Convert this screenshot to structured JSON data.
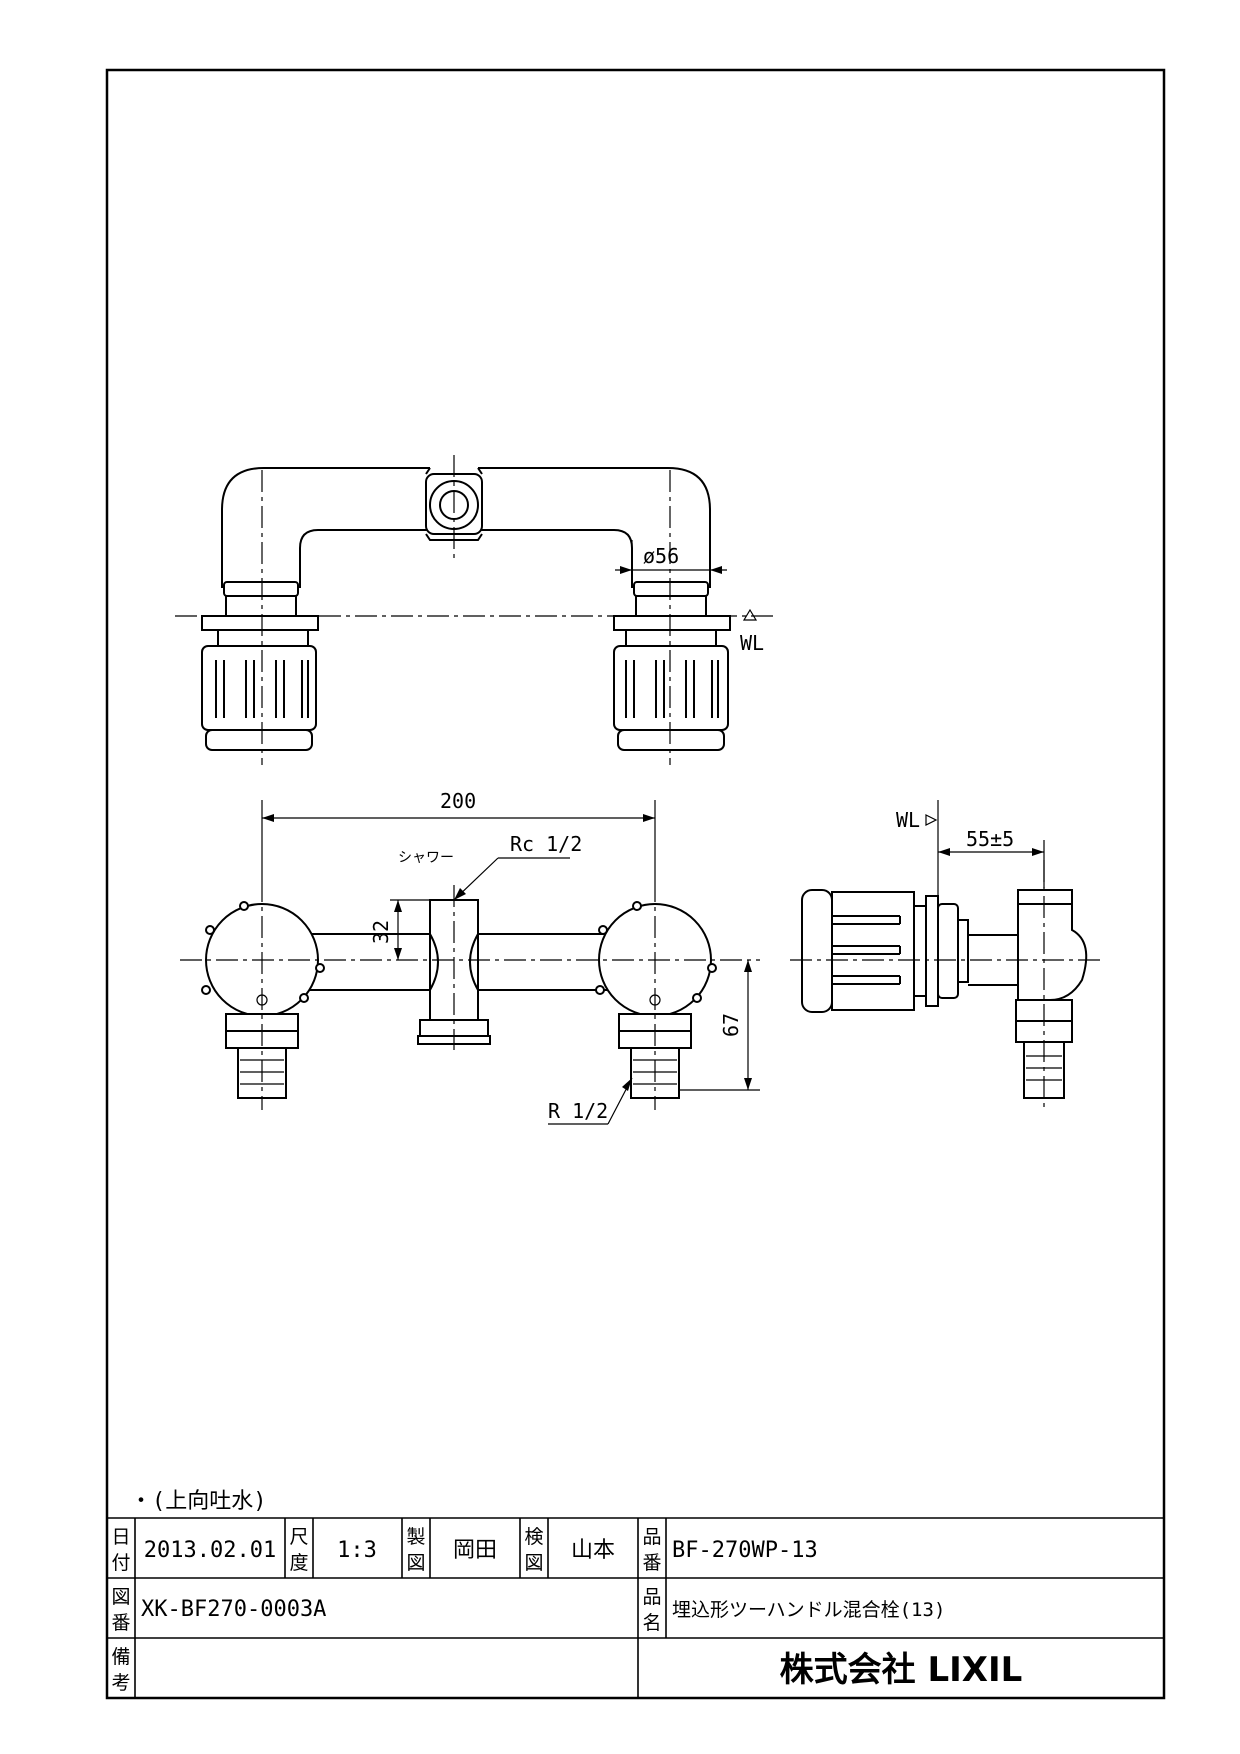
{
  "notes": {
    "note": "・(上向吐水)"
  },
  "dimensions": {
    "d56": "ø56",
    "wl": "WL",
    "d200": "200",
    "rc": "Rc 1/2",
    "shower": "シャワー",
    "d32": "32",
    "d67": "67",
    "r": "R 1/2",
    "d55": "55±5"
  },
  "title_block": {
    "date_label_1": "日",
    "date_label_2": "付",
    "date": "2013.02.01",
    "scale_label_1": "尺",
    "scale_label_2": "度",
    "scale": "1:3",
    "drawn_label_1": "製",
    "drawn_label_2": "図",
    "drawn_by": "岡田",
    "checked_label_1": "検",
    "checked_label_2": "図",
    "checked_by": "山本",
    "part_no_label_1": "品",
    "part_no_label_2": "番",
    "part_no": "BF-270WP-13",
    "drawing_no_label_1": "図",
    "drawing_no_label_2": "番",
    "drawing_no": "XK-BF270-0003A",
    "product_name_label_1": "品",
    "product_name_label_2": "名",
    "product_name": "埋込形ツーハンドル混合栓(13)",
    "remarks_label_1": "備",
    "remarks_label_2": "考",
    "company": "株式会社 LIXIL"
  }
}
